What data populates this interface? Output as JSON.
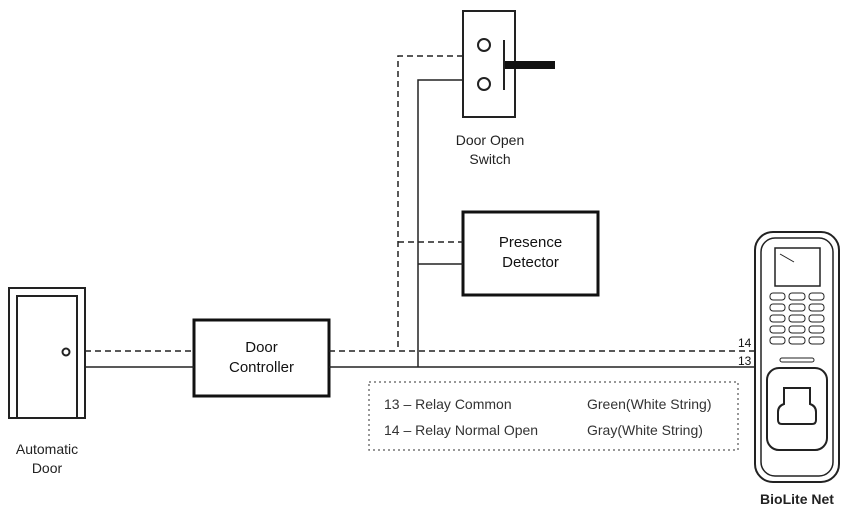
{
  "labels": {
    "door_open_switch": [
      "Door Open",
      "Switch"
    ],
    "presence_detector": [
      "Presence",
      "Detector"
    ],
    "door_controller": [
      "Door",
      "Controller"
    ],
    "automatic_door": [
      "Automatic",
      "Door"
    ],
    "biolite_net": "BioLite Net"
  },
  "terminals": {
    "t14": "14",
    "t13": "13"
  },
  "legend": [
    {
      "terminal": "13 – Relay Common",
      "color": "Green(White String)"
    },
    {
      "terminal": "14 – Relay Normal Open",
      "color": "Gray(White String)"
    }
  ]
}
